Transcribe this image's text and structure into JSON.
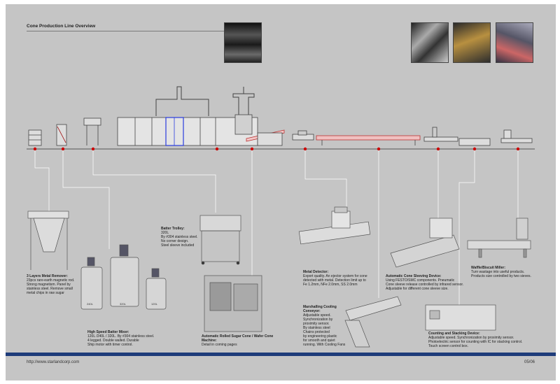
{
  "title": "Cone Production Line Overview",
  "footer": {
    "url": "http://www.starlandcorp.com",
    "page": "05/06"
  },
  "tank_sizes": [
    "240L",
    "320L",
    "120L"
  ],
  "machines": [
    {
      "name": "3 Layers Metal Remover:",
      "desc": "23pcs rare-earth magnetic rod.\nStrong magnetism. Panel by\nstainless steel.  Remove small\nmetal chips in raw sugar"
    },
    {
      "name": "High Speed Batter Mixer:",
      "desc": "120L /240L / 320L. By #304 stainless steel.\n4 legged. Double walled. Durable\nShip motor with timer control."
    },
    {
      "name": "Batter Trolley:",
      "desc": "320L\nBy #304 stainless steel.\nNo corner design.\nSteel sleeve included"
    },
    {
      "name": "Automatic Rolled Sugar Cone /\nWafer Cone Machine:",
      "desc": "Detail in coming pages"
    },
    {
      "name": "Metal Detector:",
      "desc": "Export quality. An ejector system for cone\ndetected with metal. Detection limit up to\nFe 1.2mm, NFe 2.0mm, SS 2.0mm"
    },
    {
      "name": "Marshalling\nCooling Conveyor:",
      "desc": "Adjustable speed.\nSynchronization by\nproximity sensor.\nBy stainless steel\nChains protected\nby engineering plastic\nfor smooth and quiet\nrunning. With Cooling Fans"
    },
    {
      "name": "Automatic Cone Sleeving Device:",
      "desc": "Using FESTO/SMC components. Pneumatic\nCone sleeve release controlled by infrared sensor.\nAdjustable for different cone sleeve size."
    },
    {
      "name": "Counting and Stacking Device:",
      "desc": "Adjustable speed.  Synchronization by proximity sensor.\nPhotoelectric sensor for counting with IC for stacking control.\nTouch screen control box."
    },
    {
      "name": "Waffle/Biscuit Miller:",
      "desc": "Turn wastage into useful products.\nProducts size controlled by two sieves."
    }
  ]
}
